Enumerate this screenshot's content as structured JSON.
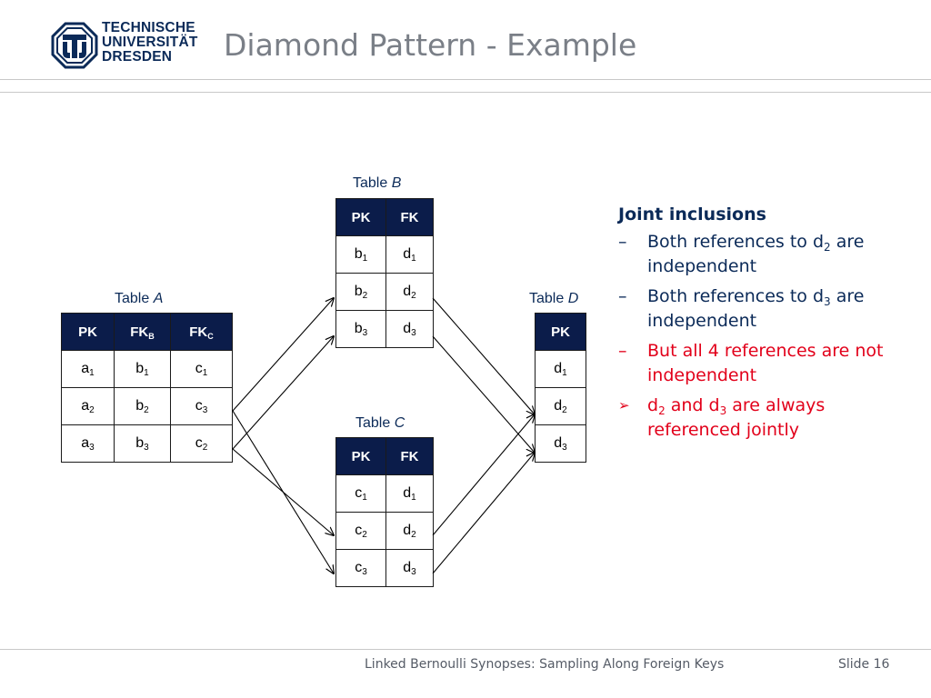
{
  "header": {
    "logo_lines": [
      "TECHNISCHE",
      "UNIVERSITÄT",
      "DRESDEN"
    ],
    "title": "Diamond Pattern - Example"
  },
  "table_a": {
    "caption_prefix": "Table",
    "caption_name": "A",
    "columns": [
      {
        "base": "PK",
        "sub": ""
      },
      {
        "base": "FK",
        "sub": "B"
      },
      {
        "base": "FK",
        "sub": "C"
      }
    ],
    "rows": [
      [
        {
          "base": "a",
          "sub": "1"
        },
        {
          "base": "b",
          "sub": "1"
        },
        {
          "base": "c",
          "sub": "1"
        }
      ],
      [
        {
          "base": "a",
          "sub": "2"
        },
        {
          "base": "b",
          "sub": "2"
        },
        {
          "base": "c",
          "sub": "3"
        }
      ],
      [
        {
          "base": "a",
          "sub": "3"
        },
        {
          "base": "b",
          "sub": "3"
        },
        {
          "base": "c",
          "sub": "2"
        }
      ]
    ]
  },
  "table_b": {
    "caption_prefix": "Table",
    "caption_name": "B",
    "columns": [
      {
        "base": "PK",
        "sub": ""
      },
      {
        "base": "FK",
        "sub": ""
      }
    ],
    "rows": [
      [
        {
          "base": "b",
          "sub": "1"
        },
        {
          "base": "d",
          "sub": "1"
        }
      ],
      [
        {
          "base": "b",
          "sub": "2"
        },
        {
          "base": "d",
          "sub": "2"
        }
      ],
      [
        {
          "base": "b",
          "sub": "3"
        },
        {
          "base": "d",
          "sub": "3"
        }
      ]
    ]
  },
  "table_c": {
    "caption_prefix": "Table",
    "caption_name": "C",
    "columns": [
      {
        "base": "PK",
        "sub": ""
      },
      {
        "base": "FK",
        "sub": ""
      }
    ],
    "rows": [
      [
        {
          "base": "c",
          "sub": "1"
        },
        {
          "base": "d",
          "sub": "1"
        }
      ],
      [
        {
          "base": "c",
          "sub": "2"
        },
        {
          "base": "d",
          "sub": "2"
        }
      ],
      [
        {
          "base": "c",
          "sub": "3"
        },
        {
          "base": "d",
          "sub": "3"
        }
      ]
    ]
  },
  "table_d": {
    "caption_prefix": "Table",
    "caption_name": "D",
    "columns": [
      {
        "base": "PK",
        "sub": ""
      }
    ],
    "rows": [
      [
        {
          "base": "d",
          "sub": "1"
        }
      ],
      [
        {
          "base": "d",
          "sub": "2"
        }
      ],
      [
        {
          "base": "d",
          "sub": "3"
        }
      ]
    ]
  },
  "notes": {
    "heading": "Joint inclusions",
    "bullets": [
      {
        "mark": "–",
        "color": "blue",
        "parts": [
          {
            "t": "Both references to d"
          },
          {
            "t": "2",
            "sub": true
          },
          {
            "t": " are independent"
          }
        ]
      },
      {
        "mark": "–",
        "color": "blue",
        "parts": [
          {
            "t": "Both references to d"
          },
          {
            "t": "3",
            "sub": true
          },
          {
            "t": " are independent"
          }
        ]
      },
      {
        "mark": "–",
        "color": "red",
        "parts": [
          {
            "t": "But all 4 references are not independent"
          }
        ]
      },
      {
        "mark": "➢",
        "color": "red",
        "parts": [
          {
            "t": "d"
          },
          {
            "t": "2",
            "sub": true
          },
          {
            "t": " and d"
          },
          {
            "t": "3",
            "sub": true
          },
          {
            "t": " are always referenced jointly"
          }
        ]
      }
    ]
  },
  "footer": {
    "text": "Linked Bernoulli Synopses: Sampling Along Foreign Keys",
    "slide": "Slide 16"
  },
  "colors": {
    "navy": "#0b1c4a",
    "text_blue": "#0b2a58",
    "red": "#e2001a",
    "title_gray": "#7a7f87"
  }
}
